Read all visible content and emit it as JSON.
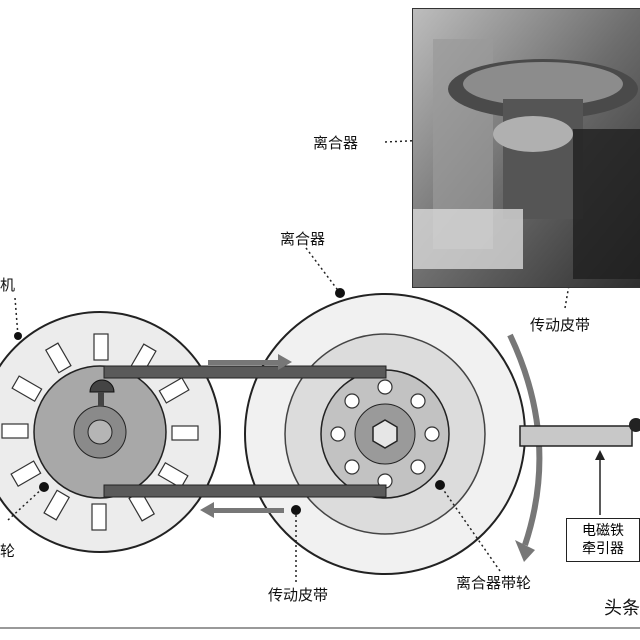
{
  "labels": {
    "motor_partial": "机",
    "clutch_photo": "离合器",
    "clutch_top": "离合器",
    "belt_photo": "传动皮带",
    "pulley_partial": "轮",
    "belt_bottom": "传动皮带",
    "clutch_pulley": "离合器带轮",
    "electromagnet_line1": "电磁铁",
    "electromagnet_line2": "牵引器",
    "watermark_partial": "头条"
  },
  "icons": {
    "bolt_head": "bolt-icon",
    "hex_shaft": "hex-nut-icon"
  },
  "colors": {
    "belt": "#555555",
    "arrow": "#666666",
    "motor_wheel": "#e8e8e8",
    "clutch_outer": "#efefef",
    "clutch_inner": "#bdbdbd",
    "lever": "#c8c8c8"
  }
}
